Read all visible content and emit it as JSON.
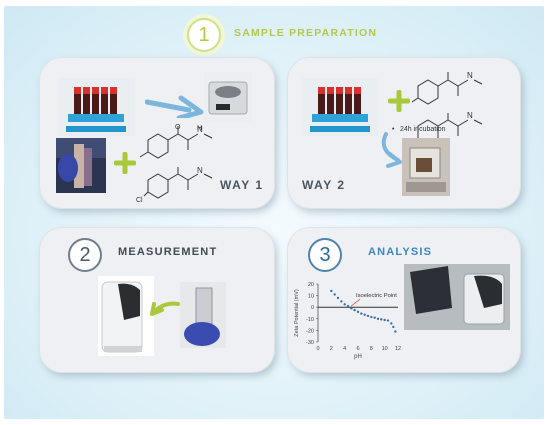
{
  "header": {
    "step_number": "1",
    "title": "SAMPLE PREPARATION"
  },
  "way1": {
    "label": "WAY 1"
  },
  "way2": {
    "label": "WAY 2",
    "incubation_note": "24h incubation"
  },
  "measurement": {
    "step_number": "2",
    "title": "MEASUREMENT"
  },
  "analysis": {
    "step_number": "3",
    "title": "ANALYSIS"
  },
  "molecule": {
    "n_label": "N",
    "h_label": "H",
    "cl_label": "Cl",
    "o_label": "O"
  },
  "chart_data": {
    "type": "scatter",
    "xlabel": "pH",
    "ylabel": "Zeta Potential (mV)",
    "x_ticks": [
      "0",
      "2",
      "4",
      "6",
      "8",
      "10",
      "12"
    ],
    "y_ticks": [
      "20",
      "10",
      "0",
      "-10",
      "-20",
      "-30"
    ],
    "xlim": [
      0,
      12
    ],
    "ylim": [
      -30,
      20
    ],
    "annotation": "Isoelectric Point",
    "isoelectric_ph": 4.8,
    "points": [
      [
        2.0,
        14
      ],
      [
        2.5,
        11
      ],
      [
        3.0,
        8
      ],
      [
        3.5,
        5
      ],
      [
        4.0,
        2.5
      ],
      [
        4.5,
        1
      ],
      [
        5.0,
        -1
      ],
      [
        5.5,
        -2.5
      ],
      [
        6.0,
        -4
      ],
      [
        6.5,
        -5.5
      ],
      [
        7.0,
        -6.5
      ],
      [
        7.5,
        -7.5
      ],
      [
        8.0,
        -8.5
      ],
      [
        8.5,
        -9
      ],
      [
        9.0,
        -10
      ],
      [
        9.5,
        -10.5
      ],
      [
        10.0,
        -11
      ],
      [
        10.5,
        -11.5
      ],
      [
        11.0,
        -14
      ],
      [
        11.3,
        -17
      ],
      [
        11.6,
        -21
      ]
    ],
    "colors": {
      "points": "#3a6fa6",
      "zero_line": "#333333",
      "annotation_arrow": "#e05c5c"
    }
  },
  "colors": {
    "accent_green": "#a9c93a",
    "accent_blue": "#4c8fc2",
    "title_green": "#b4c94a",
    "panel": "#eef0f3"
  }
}
